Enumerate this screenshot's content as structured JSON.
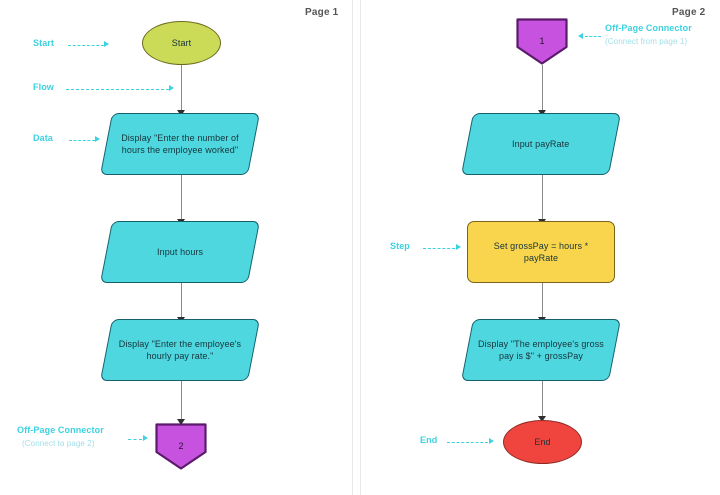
{
  "diagram": {
    "title": "Payroll gross pay flowchart (two pages)",
    "colors": {
      "start_fill": "#cbdb57",
      "start_stroke": "#6b6b1f",
      "data_fill": "#4fd7e0",
      "data_stroke": "#15606b",
      "process_fill": "#f8d54d",
      "process_stroke": "#7a651a",
      "connector_fill": "#c852e0",
      "end_fill": "#f0453e",
      "end_stroke": "#8d2a24",
      "annotation": "#3cd2e0",
      "flow_line": "#8a8a8a",
      "page_label": "#555555"
    }
  },
  "pages": [
    {
      "label": "Page 1"
    },
    {
      "label": "Page 2"
    }
  ],
  "page1": {
    "nodes": {
      "start": {
        "text": "Start",
        "type": "terminator"
      },
      "display_hours_prompt": {
        "text": "Display \"Enter the number of hours the employee worked\"",
        "type": "data"
      },
      "input_hours": {
        "text": "Input hours",
        "type": "data"
      },
      "display_rate_prompt": {
        "text": "Display \"Enter the employee's hourly pay rate.\"",
        "type": "data"
      },
      "offpage_out": {
        "text": "2",
        "type": "off-page-connector"
      }
    },
    "annotations": {
      "start": "Start",
      "flow": "Flow",
      "data": "Data",
      "offpage_title": "Off-Page Connector",
      "offpage_sub": "(Connect to page 2)"
    }
  },
  "page2": {
    "nodes": {
      "offpage_in": {
        "text": "1",
        "type": "off-page-connector"
      },
      "input_payrate": {
        "text": "Input payRate",
        "type": "data"
      },
      "set_grosspay": {
        "text": "Set grossPay = hours * payRate",
        "type": "process"
      },
      "display_grosspay": {
        "text": "Display \"The employee's gross pay is $\" + grossPay",
        "type": "data"
      },
      "end": {
        "text": "End",
        "type": "terminator"
      }
    },
    "annotations": {
      "offpage_title": "Off-Page Connector",
      "offpage_sub": "(Connect from page 1)",
      "step": "Step",
      "end": "End"
    }
  }
}
